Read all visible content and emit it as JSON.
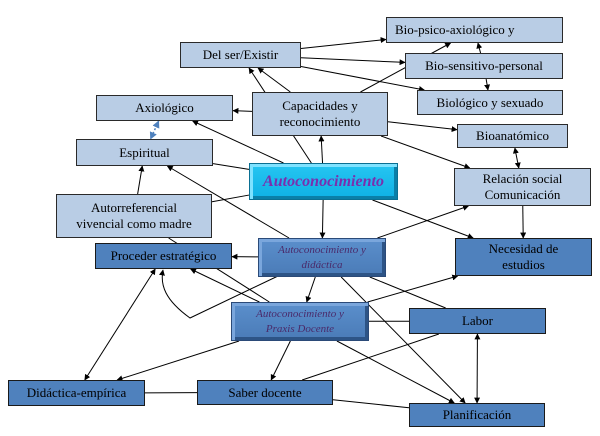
{
  "diagram": {
    "colors": {
      "light_fill": "#b9cde5",
      "dark_fill": "#4f81bd",
      "center_fill": "#1cbdee",
      "center_text": "#7a2fae",
      "bevel_text": "#4a2a6a",
      "edge": "#000000",
      "dashed_edge": "#4f81bd"
    },
    "nodes": {
      "del_ser": {
        "label": "Del ser/Existir"
      },
      "bio_psico": {
        "label": "Bio-psico-axiológico  y"
      },
      "bio_sensitivo": {
        "label": "Bio-sensitivo-personal"
      },
      "biologico": {
        "label": "Biológico y sexuado"
      },
      "axiologico": {
        "label": "Axiológico"
      },
      "capacidades": {
        "label": "Capacidades y\nreconocimiento"
      },
      "bioanatomico": {
        "label": "Bioanatómico"
      },
      "espiritual": {
        "label": "Espiritual"
      },
      "autoconocimiento": {
        "label": "Autoconocimiento"
      },
      "relacion_social": {
        "label": "Relación social\nComunicación"
      },
      "autorreferencial": {
        "label": "Autorreferencial\nvivencial  como madre"
      },
      "proceder": {
        "label": "Proceder estratégico"
      },
      "auto_didactica": {
        "label": "Autoconocimiento y\ndidáctica"
      },
      "necesidad": {
        "label": "Necesidad de\nestudios"
      },
      "auto_praxis": {
        "label": "Autoconocimiento y\nPraxis Docente"
      },
      "labor": {
        "label": "Labor"
      },
      "didactica_empirica": {
        "label": "Didáctica-empírica"
      },
      "saber_docente": {
        "label": "Saber docente"
      },
      "planificacion": {
        "label": "Planificación"
      }
    },
    "edges": [
      {
        "from": "capacidades",
        "to": "del_ser",
        "arrow": "end"
      },
      {
        "from": "autoconocimiento",
        "to": "del_ser",
        "arrow": "end"
      },
      {
        "from": "del_ser",
        "to": "bio_psico",
        "arrow": "end"
      },
      {
        "from": "del_ser",
        "to": "bio_sensitivo",
        "arrow": "end"
      },
      {
        "from": "del_ser",
        "to": "biologico",
        "arrow": "end"
      },
      {
        "from": "capacidades",
        "to": "bio_psico",
        "arrow": "end"
      },
      {
        "from": "capacidades",
        "to": "bioanatomico",
        "arrow": "end"
      },
      {
        "from": "capacidades",
        "to": "relacion_social",
        "arrow": "end"
      },
      {
        "from": "capacidades",
        "to": "axiologico",
        "arrow": "end"
      },
      {
        "from": "autoconocimiento",
        "to": "axiologico",
        "arrow": "end"
      },
      {
        "from": "autoconocimiento",
        "to": "capacidades",
        "arrow": "end"
      },
      {
        "from": "bio_sensitivo",
        "to": "bio_psico",
        "arrow": "end"
      },
      {
        "from": "bio_sensitivo",
        "to": "biologico",
        "arrow": "end"
      },
      {
        "from": "bioanatomico",
        "to": "relacion_social",
        "arrow": "both"
      },
      {
        "from": "relacion_social",
        "to": "necesidad",
        "arrow": "end"
      },
      {
        "from": "axiologico",
        "to": "espiritual",
        "arrow": "both",
        "dashed": true
      },
      {
        "from": "espiritual",
        "to": "autoconocimiento",
        "arrow": "none"
      },
      {
        "from": "autorreferencial",
        "to": "espiritual",
        "arrow": "end"
      },
      {
        "from": "auto_didactica",
        "to": "espiritual",
        "arrow": "end"
      },
      {
        "from": "autorreferencial",
        "to": "autoconocimiento",
        "arrow": "none"
      },
      {
        "from": "autoconocimiento",
        "to": "auto_didactica",
        "arrow": "end"
      },
      {
        "from": "autoconocimiento",
        "to": "necesidad",
        "arrow": "end"
      },
      {
        "from": "auto_didactica",
        "to": "relacion_social",
        "arrow": "end"
      },
      {
        "from": "auto_didactica",
        "to": "proceder",
        "arrow": "end"
      },
      {
        "from": "auto_didactica",
        "to": "auto_praxis",
        "arrow": "end"
      },
      {
        "from": "auto_didactica",
        "to": "labor",
        "arrow": "none"
      },
      {
        "from": "auto_didactica",
        "to": "planificacion",
        "arrow": "end"
      },
      {
        "from": "auto_praxis",
        "to": "necesidad",
        "arrow": "end"
      },
      {
        "from": "auto_praxis",
        "to": "labor",
        "arrow": "none"
      },
      {
        "from": "auto_praxis",
        "to": "proceder",
        "arrow": "end"
      },
      {
        "from": "auto_praxis",
        "to": "planificacion",
        "arrow": "end"
      },
      {
        "from": "auto_praxis",
        "to": "saber_docente",
        "arrow": "end"
      },
      {
        "from": "auto_praxis",
        "to": "didactica_empirica",
        "arrow": "end"
      },
      {
        "from": "autorreferencial",
        "to": "auto_praxis",
        "arrow": "none"
      },
      {
        "from": "proceder",
        "to": "didactica_empirica",
        "arrow": "both"
      },
      {
        "from": "didactica_empirica",
        "to": "saber_docente",
        "arrow": "none"
      },
      {
        "from": "saber_docente",
        "to": "labor",
        "arrow": "none"
      },
      {
        "from": "saber_docente",
        "to": "planificacion",
        "arrow": "none"
      },
      {
        "from": "labor",
        "to": "planificacion",
        "arrow": "both"
      }
    ]
  }
}
